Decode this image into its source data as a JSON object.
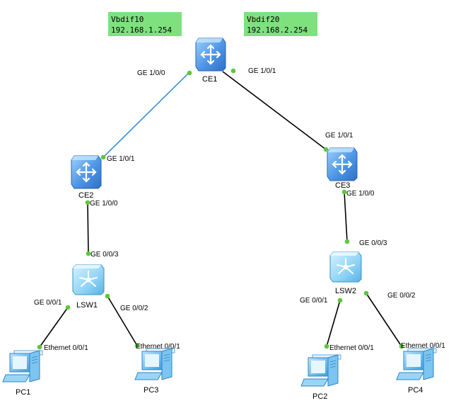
{
  "notes": [
    {
      "line1": "Vbdif10",
      "line2": "192.168.1.254",
      "color": "#7ee17e"
    },
    {
      "line1": "Vbdif20",
      "line2": "192.168.2.254",
      "color": "#7ee17e"
    }
  ],
  "devices": {
    "ce1": {
      "label": "CE1",
      "icon": "router-icon"
    },
    "ce2": {
      "label": "CE2",
      "icon": "router-icon"
    },
    "ce3": {
      "label": "CE3",
      "icon": "router-icon"
    },
    "lsw1": {
      "label": "LSW1",
      "icon": "switch-icon"
    },
    "lsw2": {
      "label": "LSW2",
      "icon": "switch-icon"
    },
    "pc1": {
      "label": "PC1",
      "icon": "pc-icon"
    },
    "pc2": {
      "label": "PC2",
      "icon": "pc-icon"
    },
    "pc3": {
      "label": "PC3",
      "icon": "pc-icon"
    },
    "pc4": {
      "label": "PC4",
      "icon": "pc-icon"
    }
  },
  "links": [
    {
      "from": "ce1",
      "to": "ce2",
      "from_port": "GE 1/0/0",
      "to_port": "GE 1/0/1",
      "color": "#3b8fd9"
    },
    {
      "from": "ce1",
      "to": "ce3",
      "from_port": "GE 1/0/1",
      "to_port": "GE 1/0/1",
      "color": "#000000"
    },
    {
      "from": "ce2",
      "to": "lsw1",
      "from_port": "GE 1/0/0",
      "to_port": "GE 0/0/3",
      "color": "#000000"
    },
    {
      "from": "ce3",
      "to": "lsw2",
      "from_port": "GE 1/0/0",
      "to_port": "GE 0/0/3",
      "color": "#000000"
    },
    {
      "from": "lsw1",
      "to": "pc1",
      "from_port": "GE 0/0/1",
      "to_port": "Ethernet 0/0/1",
      "color": "#000000"
    },
    {
      "from": "lsw1",
      "to": "pc3",
      "from_port": "GE 0/0/2",
      "to_port": "Ethernet 0/0/1",
      "color": "#000000"
    },
    {
      "from": "lsw2",
      "to": "pc2",
      "from_port": "GE 0/0/1",
      "to_port": "Ethernet 0/0/1",
      "color": "#000000"
    },
    {
      "from": "lsw2",
      "to": "pc4",
      "from_port": "GE 0/0/2",
      "to_port": "Ethernet 0/0/1",
      "color": "#000000"
    }
  ],
  "colors": {
    "router_body": "#4e95e6",
    "switch_body": "#8fd3f5",
    "pc_body": "#5db4ea",
    "port_dot": "#5cc83a"
  }
}
